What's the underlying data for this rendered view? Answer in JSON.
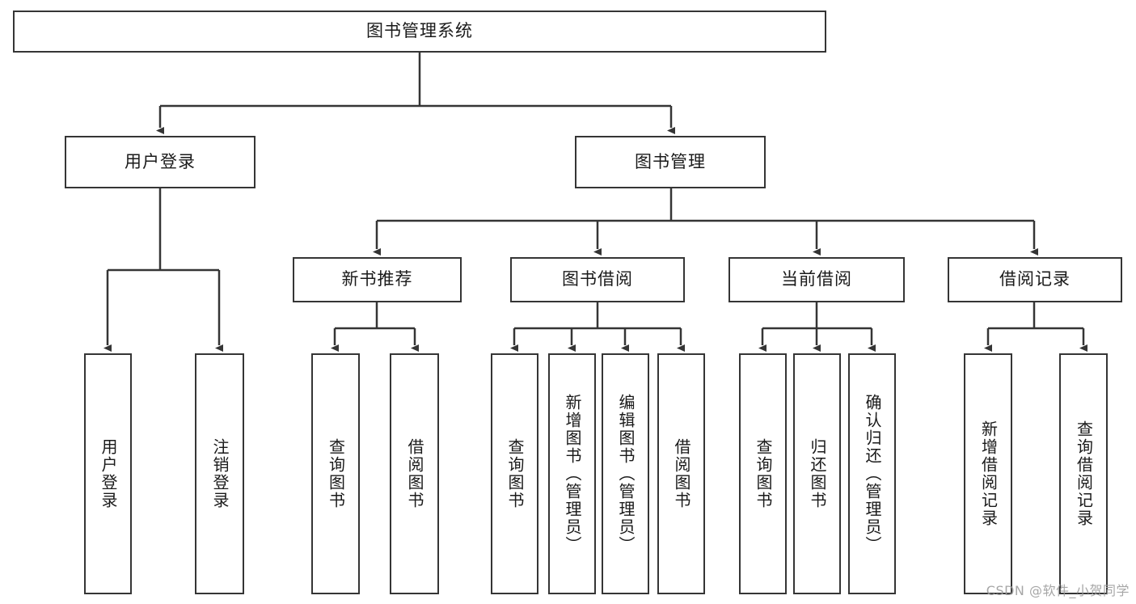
{
  "diagram": {
    "title": "图书管理系统",
    "type": "tree-hierarchy-chart",
    "root": {
      "label": "图书管理系统"
    },
    "level2": [
      {
        "label": "用户登录"
      },
      {
        "label": "图书管理"
      }
    ],
    "level3": [
      {
        "label": "新书推荐"
      },
      {
        "label": "图书借阅"
      },
      {
        "label": "当前借阅"
      },
      {
        "label": "借阅记录"
      }
    ],
    "leaves": {
      "user_login": [
        {
          "label": "用户登录"
        },
        {
          "label": "注销登录"
        }
      ],
      "new_book_recommend": [
        {
          "label": "查询图书"
        },
        {
          "label": "借阅图书"
        }
      ],
      "book_borrow": [
        {
          "label": "查询图书"
        },
        {
          "label": "新增图书（管理员）"
        },
        {
          "label": "编辑图书（管理员）"
        },
        {
          "label": "借阅图书"
        }
      ],
      "current_borrow": [
        {
          "label": "查询图书"
        },
        {
          "label": "归还图书"
        },
        {
          "label": "确认归还（管理员）"
        }
      ],
      "borrow_record": [
        {
          "label": "新增借阅记录"
        },
        {
          "label": "查询借阅记录"
        }
      ]
    }
  },
  "watermark": {
    "text": "CSDN @软件_小贺同学"
  },
  "colors": {
    "stroke": "#353535",
    "text": "#1a1a1a",
    "background": "#ffffff",
    "watermark": "#9d9d9d"
  }
}
